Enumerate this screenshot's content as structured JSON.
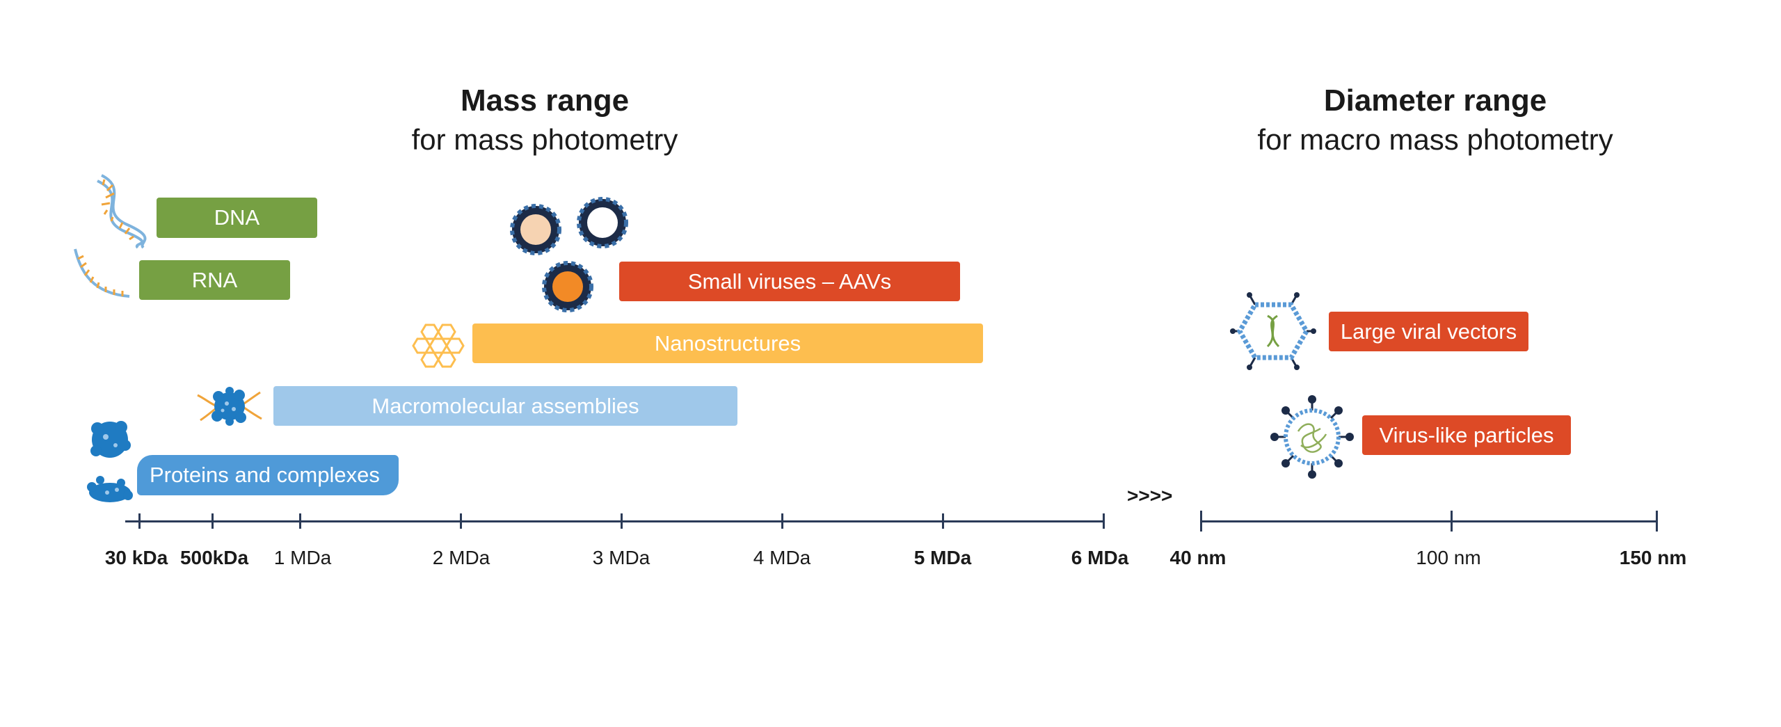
{
  "mass_panel": {
    "title": "Mass range",
    "subtitle": "for mass photometry",
    "bars": {
      "dna": "DNA",
      "rna": "RNA",
      "small_viruses": "Small viruses – AAVs",
      "nanostructures": "Nanostructures",
      "macromolecular": "Macromolecular assemblies",
      "proteins": "Proteins and complexes"
    },
    "ticks": {
      "t30kda": "30 kDa",
      "t500kda": "500kDa",
      "t1mda": "1 MDa",
      "t2mda": "2 MDa",
      "t3mda": "3 MDa",
      "t4mda": "4 MDa",
      "t5mda": "5 MDa",
      "t6mda": "6 MDa"
    }
  },
  "separator": ">>>>",
  "diameter_panel": {
    "title": "Diameter range",
    "subtitle": "for macro mass photometry",
    "bars": {
      "large_viral_vectors": "Large viral vectors",
      "virus_like_particles": "Virus-like particles"
    },
    "ticks": {
      "t40nm": "40 nm",
      "t100nm": "100 nm",
      "t150nm": "150 nm"
    }
  },
  "colors": {
    "green": "#76a043",
    "red": "#dd4a26",
    "yellow": "#fdbe4f",
    "light_blue": "#9fc8ea",
    "blue": "#4f9ad8",
    "axis": "#2a3a57",
    "dark_navy": "#1c2b47"
  },
  "icons": {
    "dna": "dna-helix-icon",
    "rna": "rna-strand-icon",
    "virus_cluster": "virus-particles-icon",
    "nanostructure": "hexagon-lattice-icon",
    "macromolecule": "macromolecule-icon",
    "protein": "protein-structure-icon",
    "viral_vector": "viral-capsid-icon",
    "vlp": "virus-like-particle-icon"
  }
}
